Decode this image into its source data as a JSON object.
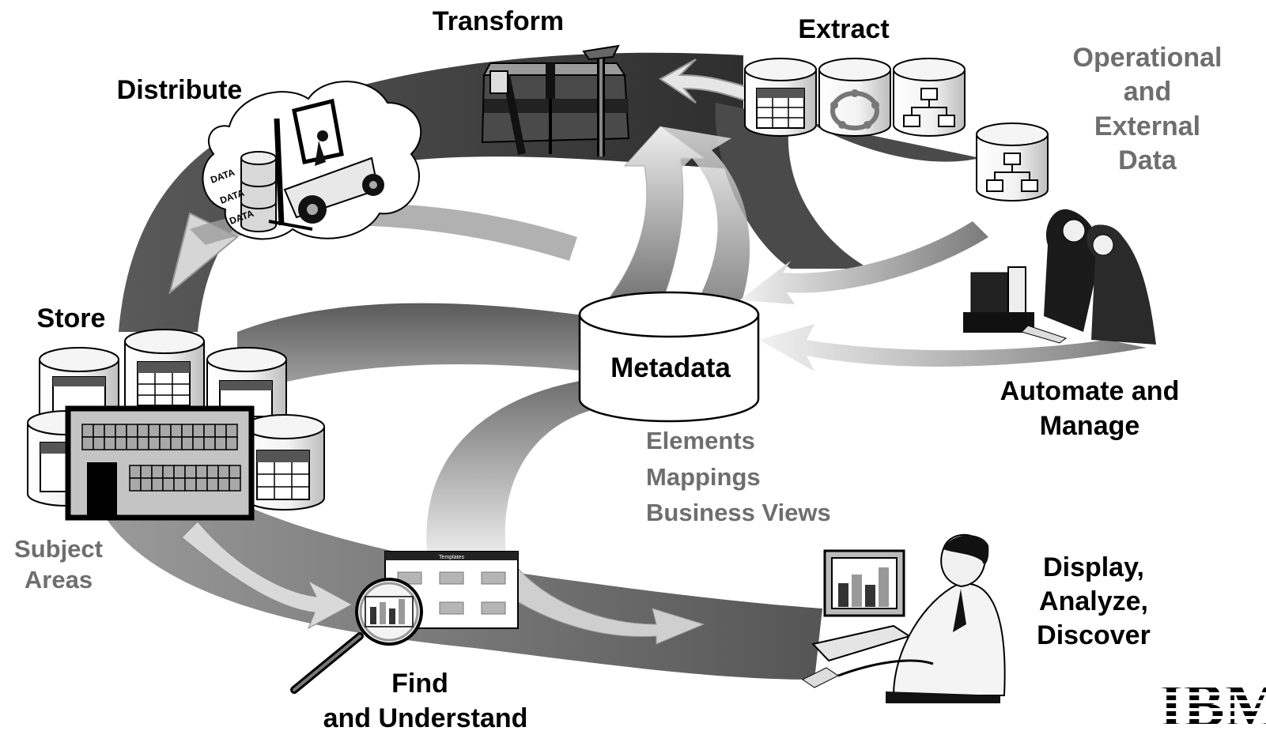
{
  "labels": {
    "transform": "Transform",
    "extract": "Extract",
    "operational_1": "Operational",
    "operational_2": "and",
    "operational_3": "External",
    "operational_4": "Data",
    "distribute": "Distribute",
    "store": "Store",
    "metadata": "Metadata",
    "elements": "Elements",
    "mappings": "Mappings",
    "business_views": "Business Views",
    "automate_1": "Automate and",
    "automate_2": "Manage",
    "subject_1": "Subject",
    "subject_2": "Areas",
    "find_1": "Find",
    "find_2": "and Understand",
    "display_1": "Display,",
    "display_2": "Analyze,",
    "display_3": "Discover",
    "templates_title": "Templates",
    "data_1": "DATA",
    "data_2": "DATA",
    "data_3": "DATA",
    "logo": "IBM"
  },
  "colors": {
    "band_dark": "#3a3a3a",
    "band_mid": "#8a8a8a",
    "band_light": "#c8c8c8",
    "label_black": "#000000",
    "label_gray": "#6e6e6e"
  },
  "icons": {
    "toolbox": "toolbox-icon",
    "forklift": "forklift-icon",
    "database": "database-icon",
    "building": "building-icon",
    "magnifier": "magnifier-icon",
    "workstation": "workstation-icon"
  }
}
